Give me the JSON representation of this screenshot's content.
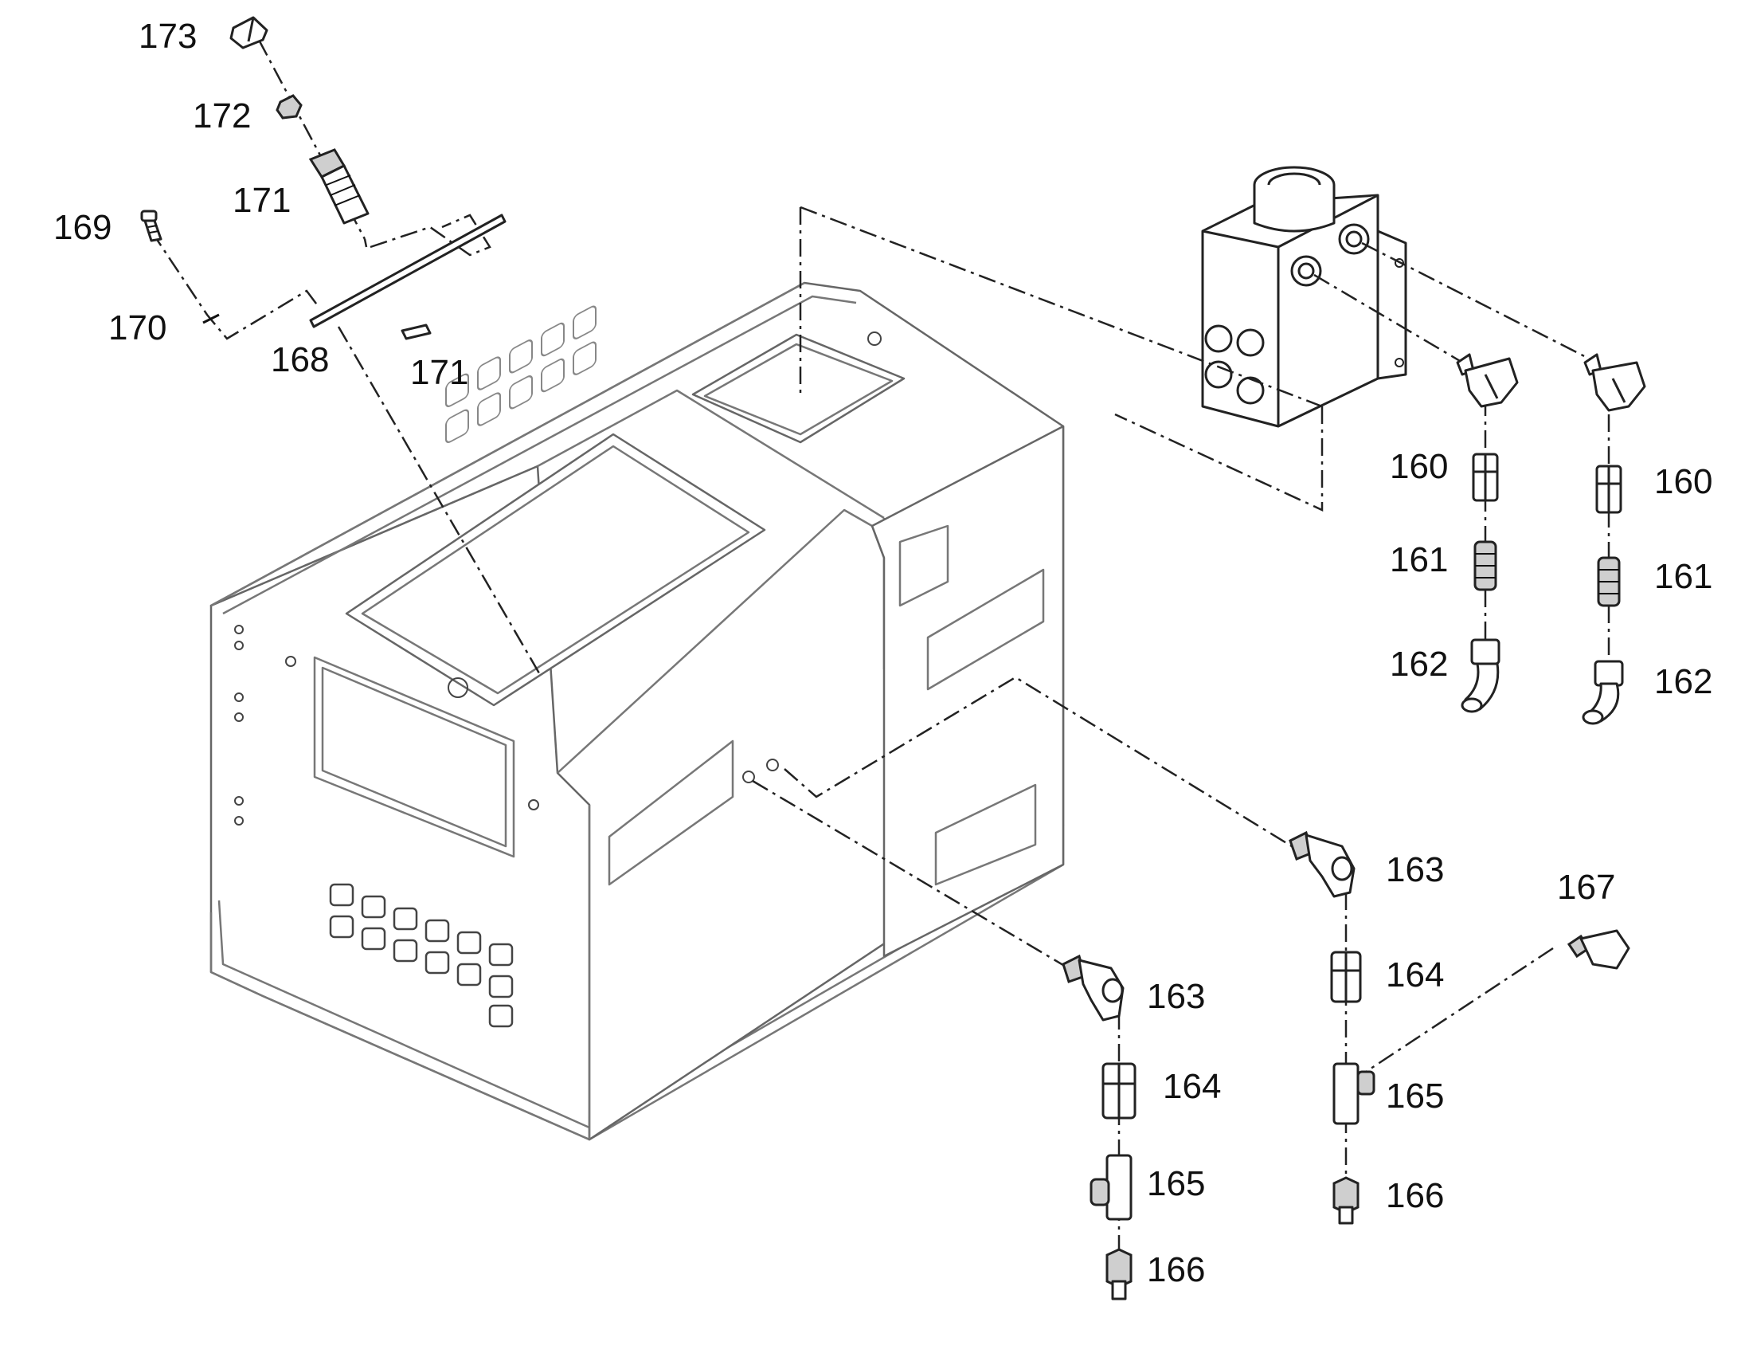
{
  "callouts": {
    "c173": "173",
    "c172": "172",
    "c171a": "171",
    "c169": "169",
    "c170": "170",
    "c168": "168",
    "c171b": "171",
    "c160a": "160",
    "c161a": "161",
    "c162a": "162",
    "c160b": "160",
    "c161b": "161",
    "c162b": "162",
    "c163a": "163",
    "c164a": "164",
    "c167": "167",
    "c165a": "165",
    "c166a": "166",
    "c163b": "163",
    "c164b": "164",
    "c165b": "165",
    "c166b": "166"
  },
  "colors": {
    "line": "#222222",
    "body_line": "#777777",
    "background": "#ffffff"
  }
}
